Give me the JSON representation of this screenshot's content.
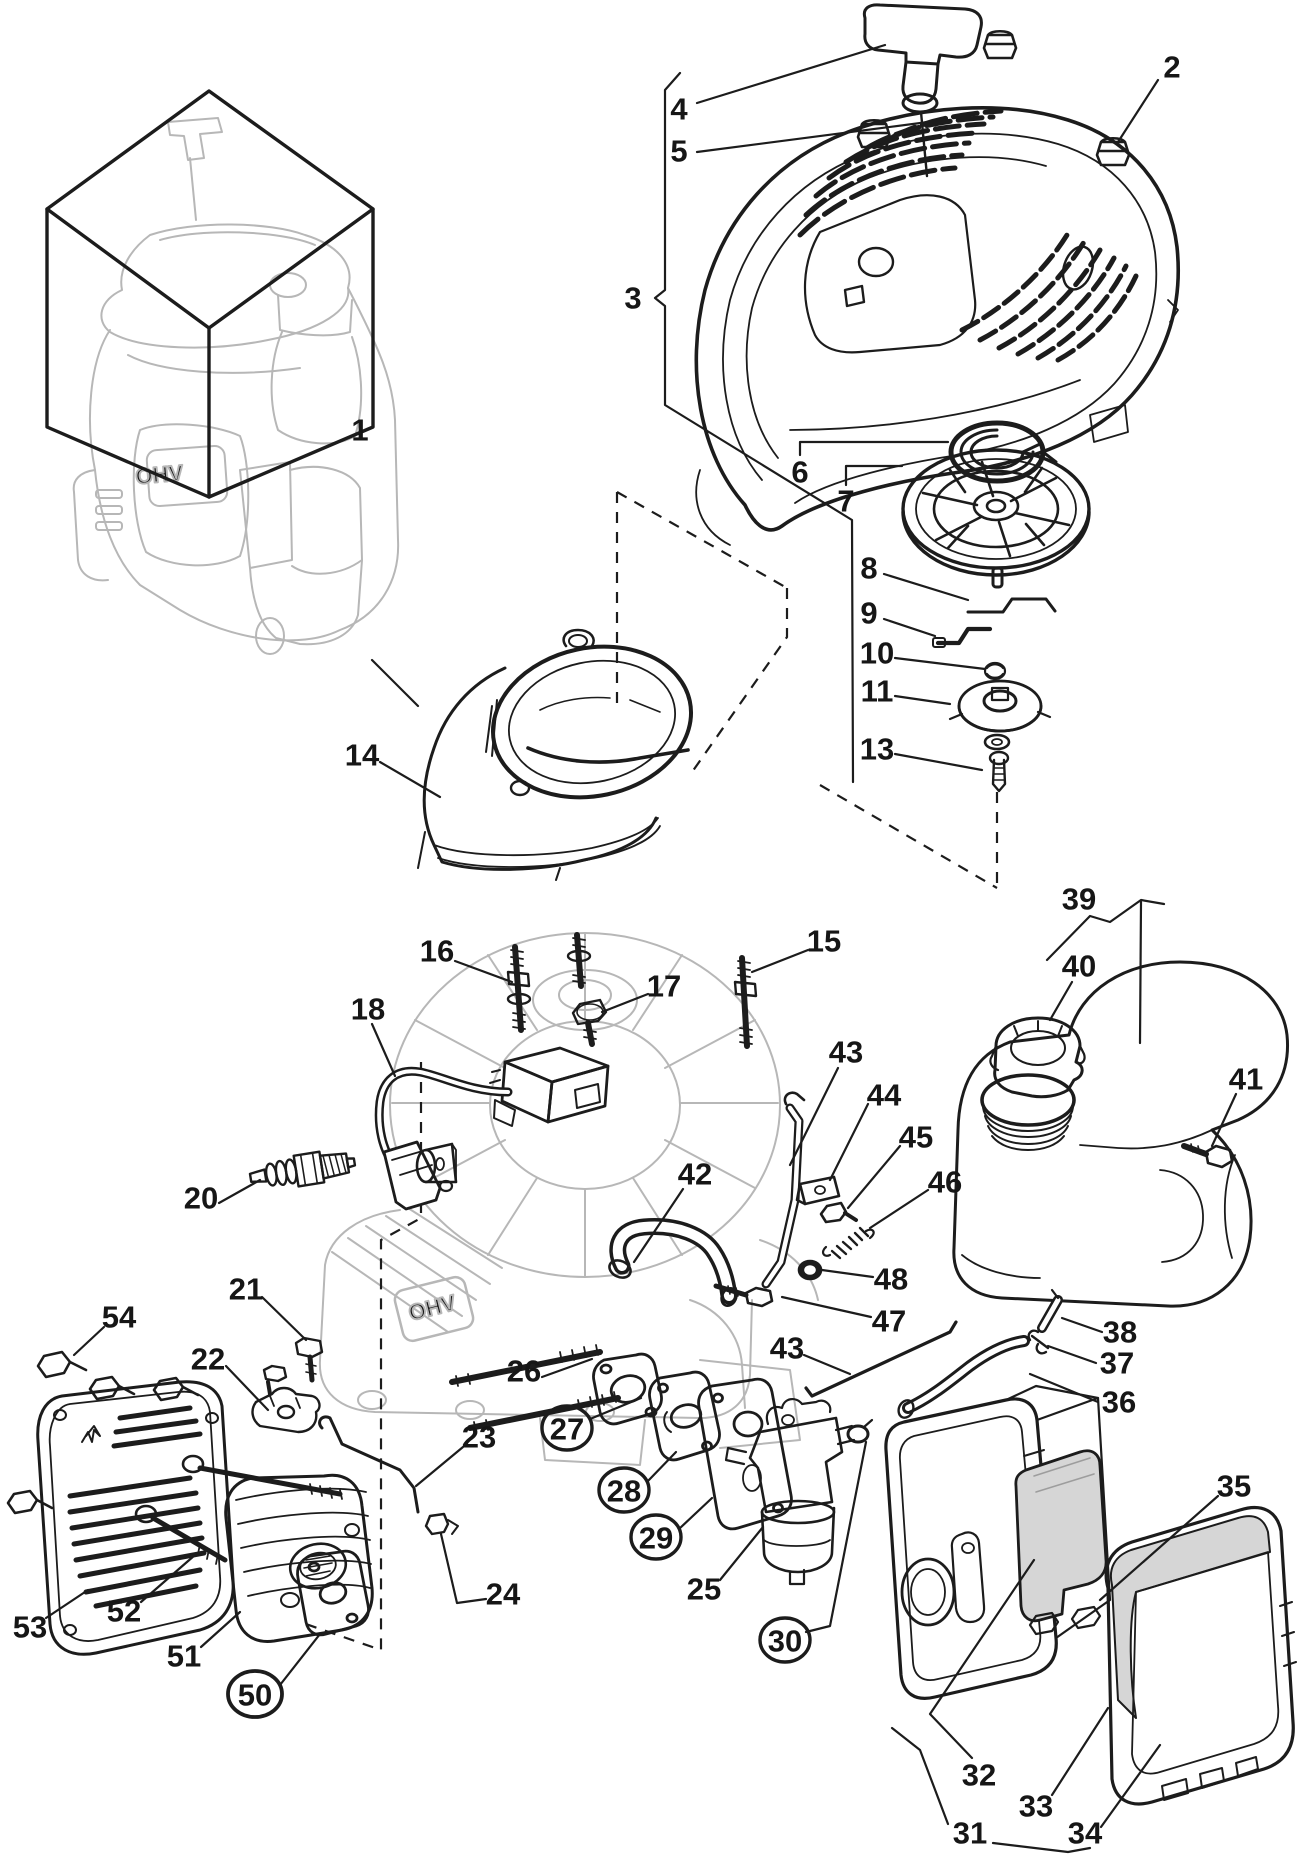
{
  "figure": {
    "type": "exploded-parts-diagram",
    "subject": "engine",
    "style": "black line art on white, ghosted assembly references"
  },
  "badges": {
    "box_engine": "OHV",
    "main_engine": "OHV"
  },
  "colors": {
    "ink": "#1c1c1c",
    "ghost": "#b7b7b7",
    "shaded_part": "#d6d6d6",
    "background": "#ffffff"
  },
  "callouts": [
    {
      "n": "1",
      "circled": false
    },
    {
      "n": "2",
      "circled": false
    },
    {
      "n": "3",
      "circled": false
    },
    {
      "n": "4",
      "circled": false
    },
    {
      "n": "5",
      "circled": false
    },
    {
      "n": "6",
      "circled": false
    },
    {
      "n": "7",
      "circled": false
    },
    {
      "n": "8",
      "circled": false
    },
    {
      "n": "9",
      "circled": false
    },
    {
      "n": "10",
      "circled": false
    },
    {
      "n": "11",
      "circled": false
    },
    {
      "n": "13",
      "circled": false
    },
    {
      "n": "14",
      "circled": false
    },
    {
      "n": "15",
      "circled": false
    },
    {
      "n": "16",
      "circled": false
    },
    {
      "n": "17",
      "circled": false
    },
    {
      "n": "18",
      "circled": false
    },
    {
      "n": "20",
      "circled": false
    },
    {
      "n": "21",
      "circled": false
    },
    {
      "n": "22",
      "circled": false
    },
    {
      "n": "23",
      "circled": false
    },
    {
      "n": "24",
      "circled": false
    },
    {
      "n": "25",
      "circled": false
    },
    {
      "n": "26",
      "circled": false
    },
    {
      "n": "27",
      "circled": true
    },
    {
      "n": "28",
      "circled": true
    },
    {
      "n": "29",
      "circled": true
    },
    {
      "n": "30",
      "circled": true
    },
    {
      "n": "31",
      "circled": false
    },
    {
      "n": "32",
      "circled": false
    },
    {
      "n": "33",
      "circled": false
    },
    {
      "n": "34",
      "circled": false
    },
    {
      "n": "35",
      "circled": false
    },
    {
      "n": "36",
      "circled": false
    },
    {
      "n": "37",
      "circled": false
    },
    {
      "n": "38",
      "circled": false
    },
    {
      "n": "39",
      "circled": false
    },
    {
      "n": "40",
      "circled": false
    },
    {
      "n": "41",
      "circled": false
    },
    {
      "n": "42",
      "circled": false
    },
    {
      "n": "43",
      "circled": false
    },
    {
      "n": "43",
      "circled": false
    },
    {
      "n": "44",
      "circled": false
    },
    {
      "n": "45",
      "circled": false
    },
    {
      "n": "46",
      "circled": false
    },
    {
      "n": "47",
      "circled": false
    },
    {
      "n": "48",
      "circled": false
    },
    {
      "n": "50",
      "circled": true
    },
    {
      "n": "51",
      "circled": false
    },
    {
      "n": "52",
      "circled": false
    },
    {
      "n": "53",
      "circled": false
    },
    {
      "n": "54",
      "circled": false
    }
  ]
}
